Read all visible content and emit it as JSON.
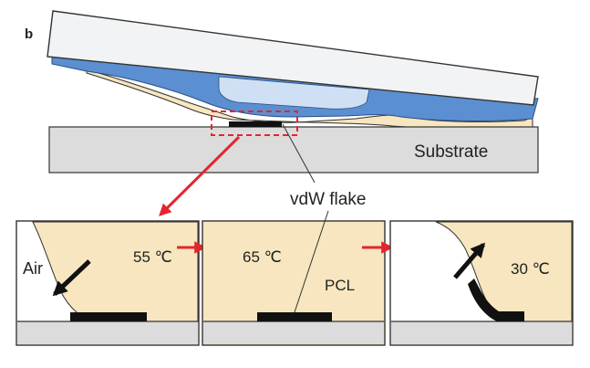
{
  "panel_label": "b",
  "labels": {
    "substrate": "Substrate",
    "flake": "vdW flake",
    "air": "Air",
    "pcl": "PCL"
  },
  "stages": [
    {
      "temperature": "55 ℃"
    },
    {
      "temperature": "65 ℃"
    },
    {
      "temperature": "30 ℃"
    }
  ],
  "colors": {
    "glass": "#f2f3f5",
    "pdms": "#5b8fd1",
    "pcl": "#f7e6bf",
    "substrate": "#dcdcdc",
    "flake": "#111111",
    "arrow": "#e3262d"
  }
}
